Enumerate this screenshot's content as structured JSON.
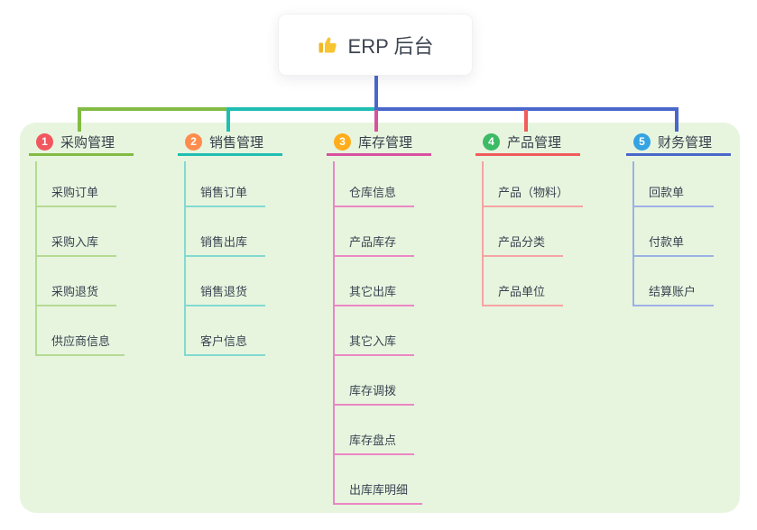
{
  "root": {
    "label": "ERP 后台",
    "icon": "thumbs-up-icon"
  },
  "panel": {
    "background": "#E7F5DF"
  },
  "connector_colors": {
    "root_line": "#4A67CB",
    "bus_left": "#82BB43",
    "bus_middle": "#1FBEB2",
    "bus_right": "#4A67CB"
  },
  "branches": [
    {
      "index": "1",
      "label": "采购管理",
      "line_color": "#82BB43",
      "light_line_color": "#B5DA92",
      "badge_color": "#F2575F",
      "items": [
        "采购订单",
        "采购入库",
        "采购退货",
        "供应商信息"
      ]
    },
    {
      "index": "2",
      "label": "销售管理",
      "line_color": "#1FBEB2",
      "light_line_color": "#83D9D1",
      "badge_color": "#FF8C4D",
      "items": [
        "销售订单",
        "销售出库",
        "销售退货",
        "客户信息"
      ]
    },
    {
      "index": "3",
      "label": "库存管理",
      "line_color": "#D8519F",
      "light_line_color": "#EC86C4",
      "badge_color": "#FFAD1A",
      "items": [
        "仓库信息",
        "产品库存",
        "其它出库",
        "其它入库",
        "库存调拨",
        "库存盘点",
        "出库库明细"
      ]
    },
    {
      "index": "4",
      "label": "产品管理",
      "line_color": "#F15B5B",
      "light_line_color": "#F7A3A3",
      "badge_color": "#3CBB64",
      "items": [
        "产品（物料）",
        "产品分类",
        "产品单位"
      ]
    },
    {
      "index": "5",
      "label": "财务管理",
      "line_color": "#4A67CB",
      "light_line_color": "#9DB0E5",
      "badge_color": "#35A3E2",
      "items": [
        "回款单",
        "付款单",
        "结算账户"
      ]
    }
  ]
}
